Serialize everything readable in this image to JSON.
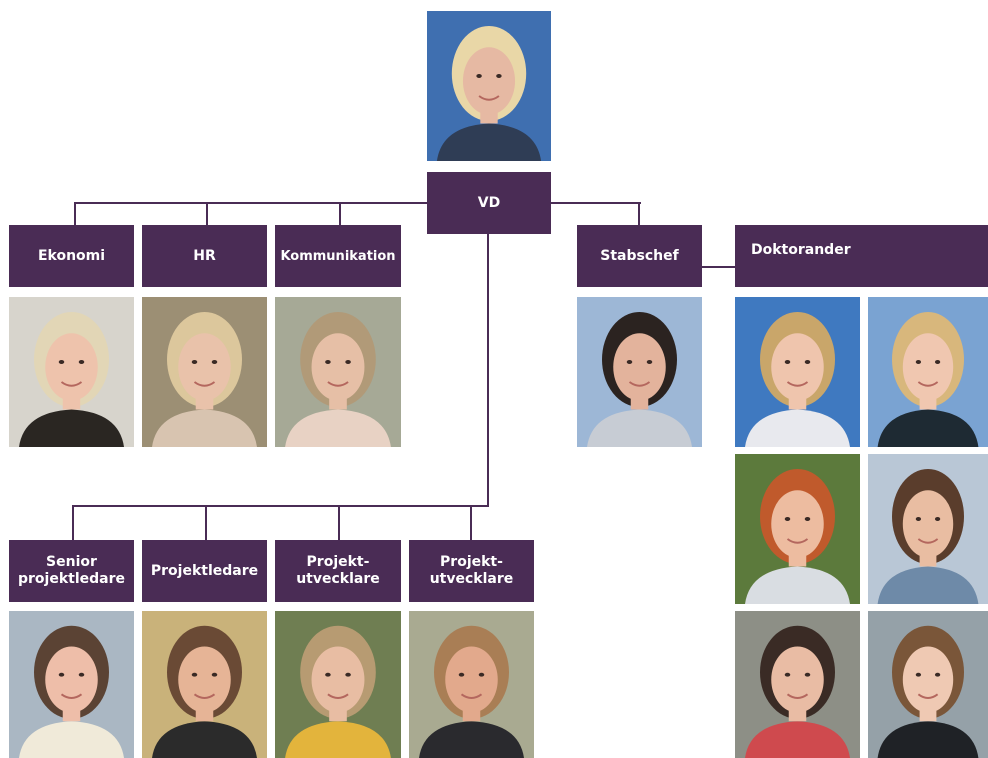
{
  "colors": {
    "box": "#4a2c55",
    "line": "#4a2c55",
    "text": "#ffffff"
  },
  "boxes": {
    "vd": "VD",
    "ekonomi": "Ekonomi",
    "hr": "HR",
    "kommunikation": "Kommunikation",
    "stabschef": "Stabschef",
    "doktorander": "Doktorander",
    "senior_line1": "Senior",
    "senior_line2": "projektledare",
    "projektledare": "Projektledare",
    "pu1_line1": "Projekt-",
    "pu1_line2": "utvecklare",
    "pu2_line1": "Projekt-",
    "pu2_line2": "utvecklare"
  },
  "photos": [
    {
      "id": "vd",
      "bg": "#3f6fb0",
      "skin": "#e6b9a3",
      "hair": "#e9d7a7",
      "shirt": "#2f3d55"
    },
    {
      "id": "ekonomi",
      "bg": "#d7d4cc",
      "skin": "#eec3ac",
      "hair": "#e2d6b6",
      "shirt": "#2a2622"
    },
    {
      "id": "hr",
      "bg": "#9c8f74",
      "skin": "#e9c2aa",
      "hair": "#dcc79c",
      "shirt": "#d8c4b0"
    },
    {
      "id": "kommunikation",
      "bg": "#a6a996",
      "skin": "#e6bfa6",
      "hair": "#b19a78",
      "shirt": "#e8d2c4"
    },
    {
      "id": "stabschef",
      "bg": "#9db7d6",
      "skin": "#e3b39c",
      "hair": "#2b2320",
      "shirt": "#c7ccd4"
    },
    {
      "id": "dok1",
      "bg": "#3f79c0",
      "skin": "#efc5ad",
      "hair": "#c9a66a",
      "shirt": "#e8e9ee"
    },
    {
      "id": "dok2",
      "bg": "#7aa3d2",
      "skin": "#f0c7b0",
      "hair": "#d8b77c",
      "shirt": "#1e2a33"
    },
    {
      "id": "dok3",
      "bg": "#5c7a3c",
      "skin": "#edbca0",
      "hair": "#c05a2c",
      "shirt": "#d9dde2"
    },
    {
      "id": "dok4",
      "bg": "#b9c7d6",
      "skin": "#e9bda2",
      "hair": "#5a3d2c",
      "shirt": "#6e8aa8"
    },
    {
      "id": "dok5",
      "bg": "#8d8f86",
      "skin": "#e9bca4",
      "hair": "#3a2b25",
      "shirt": "#cf4a4e"
    },
    {
      "id": "dok6",
      "bg": "#95a1a8",
      "skin": "#efc9b3",
      "hair": "#7a5639",
      "shirt": "#1f2226"
    },
    {
      "id": "senior",
      "bg": "#aab7c3",
      "skin": "#eebea9",
      "hair": "#5b4334",
      "shirt": "#f0ead9"
    },
    {
      "id": "projektledare",
      "bg": "#c9b27a",
      "skin": "#e6b496",
      "hair": "#6a4a35",
      "shirt": "#2b2b2b"
    },
    {
      "id": "pu1",
      "bg": "#6f7e52",
      "skin": "#e8bda3",
      "hair": "#b79b72",
      "shirt": "#e3b43c"
    },
    {
      "id": "pu2",
      "bg": "#a9aa91",
      "skin": "#e2a98c",
      "hair": "#a97e55",
      "shirt": "#2a2a2e"
    }
  ]
}
